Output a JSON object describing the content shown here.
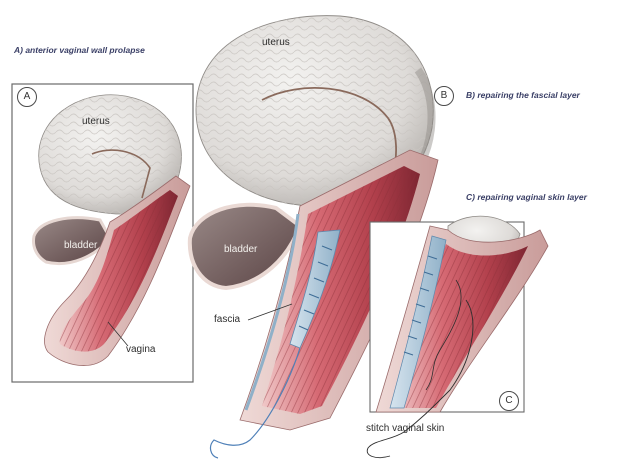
{
  "panels": {
    "a": {
      "badge": "A",
      "caption": "A) anterior vaginal wall prolapse"
    },
    "b": {
      "badge": "B",
      "caption": "B) repairing the fascial layer"
    },
    "c": {
      "badge": "C",
      "caption": "C) repairing vaginal skin layer"
    }
  },
  "labels": {
    "uterus_a": "uterus",
    "bladder_a": "bladder",
    "vagina_a": "vagina",
    "uterus_b": "uterus",
    "bladder_b": "bladder",
    "fascia_b": "fascia",
    "stitch_c": "stitch vaginal skin"
  },
  "colors": {
    "uterus": "#e8e6e3",
    "uterus_shadow": "#a9a5a2",
    "vaginal_wall": "#c85c68",
    "vaginal_dark": "#8c2e38",
    "mucosa_light": "#e9a9ae",
    "fascia": "#a9c4d8",
    "bladder_dark": "#5a4344",
    "suture": "#4f80b8"
  }
}
